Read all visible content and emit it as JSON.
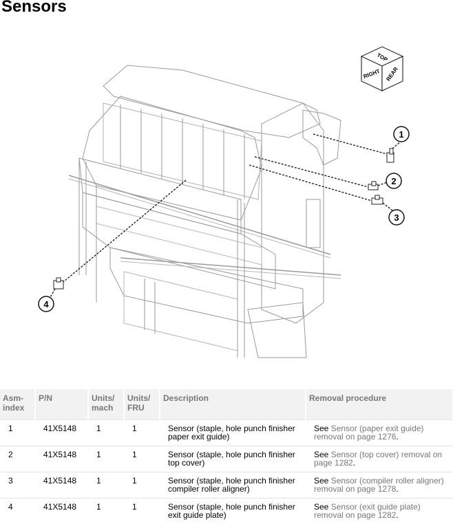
{
  "page": {
    "title": "Sensors"
  },
  "diagram": {
    "cube": {
      "top": "TOP",
      "right": "RIGHT",
      "rear": "REAR"
    },
    "callouts": [
      "1",
      "2",
      "3",
      "4"
    ]
  },
  "table": {
    "headers": [
      "Asm-\nindex",
      "P/N",
      "Units/\nmach",
      "Units/\nFRU",
      "Description",
      "Removal procedure"
    ],
    "rows": [
      {
        "index": "1",
        "pn": "41X5148",
        "mach": "1",
        "fru": "1",
        "description": "Sensor (staple, hole punch finisher paper exit guide)",
        "see": "See ",
        "link": "Sensor (paper exit guide) removal on page 1276",
        "end": "."
      },
      {
        "index": "2",
        "pn": "41X5148",
        "mach": "1",
        "fru": "1",
        "description": "Sensor (staple, hole punch finisher top cover)",
        "see": "See ",
        "link": "Sensor (top cover) removal on page 1282",
        "end": "."
      },
      {
        "index": "3",
        "pn": "41X5148",
        "mach": "1",
        "fru": "1",
        "description": "Sensor (staple, hole punch finisher compiler roller aligner)",
        "see": "See ",
        "link": "Sensor (compiler roller aligner) removal on page 1278",
        "end": "."
      },
      {
        "index": "4",
        "pn": "41X5148",
        "mach": "1",
        "fru": "1",
        "description": "Sensor (staple, hole punch finisher exit guide plate)",
        "see": "See ",
        "link": "Sensor (exit guide plate) removal on page 1282",
        "end": "."
      }
    ]
  }
}
